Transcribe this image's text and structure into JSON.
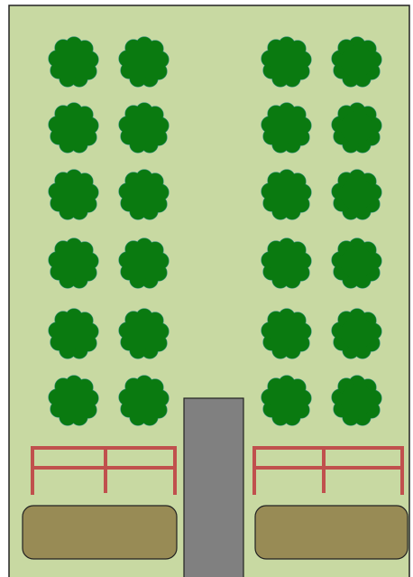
{
  "colors": {
    "background": "#ffffff",
    "field": "#c8d9a2",
    "field_border": "#222222",
    "tree_fill": "#0a7a10",
    "tree_outline": "#2e8f7a",
    "road": "#808080",
    "road_border": "#222222",
    "fence": "#c0504d",
    "hay": "#988b55",
    "hay_border": "#222222"
  },
  "icons": {
    "tree": "tree-icon",
    "fence": "fence-icon",
    "hay": "hay-bale-icon",
    "road": "road-icon"
  },
  "orchard": {
    "left_grove": {
      "rows": 6,
      "columns": 2
    },
    "right_grove": {
      "rows": 6,
      "columns": 2
    }
  },
  "fences": {
    "count": 2,
    "sections_each": 2
  },
  "hay_bales": {
    "count": 2
  }
}
